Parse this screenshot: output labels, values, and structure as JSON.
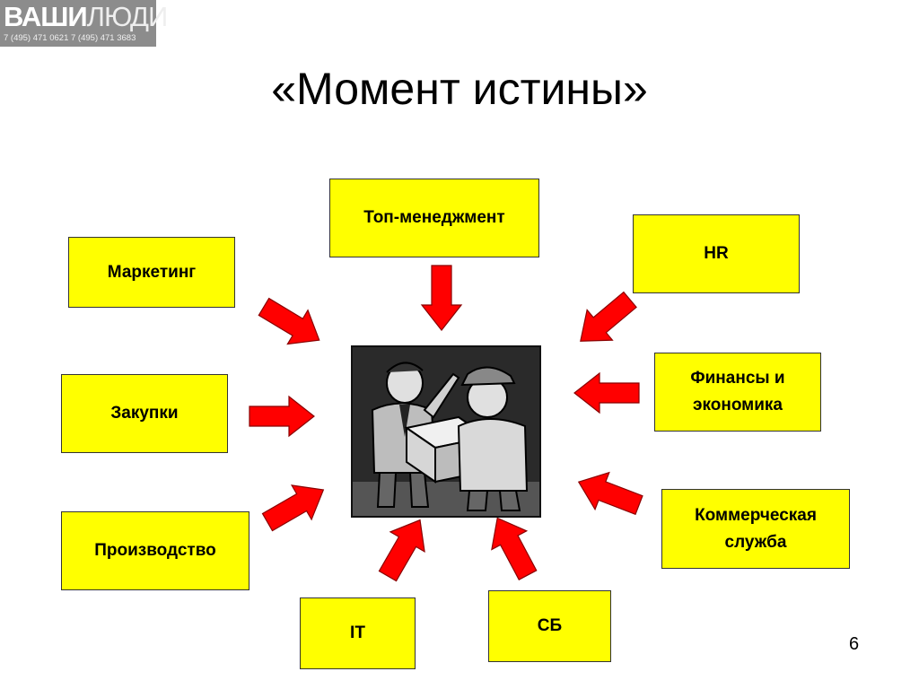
{
  "logo": {
    "brand_part1": "ВАШИ",
    "brand_part2": "ЛЮДИ",
    "phones": "7 (495) 471 0621  7 (495) 471 3683"
  },
  "title": "«Момент истины»",
  "departments": {
    "top_management": "Топ-менеджмент",
    "hr": "HR",
    "marketing": "Маркетинг",
    "finance": "Финансы и\nэкономика",
    "purchasing": "Закупки",
    "commercial": "Коммерческая\nслужба",
    "production": "Производство",
    "it": "IT",
    "security": "СБ"
  },
  "center_image": "cartoon-two-men-handing-box",
  "page_number": "6",
  "colors": {
    "box_fill": "#ffff00",
    "arrow_fill": "#ff0000",
    "logo_bg": "#8c8c8c"
  }
}
